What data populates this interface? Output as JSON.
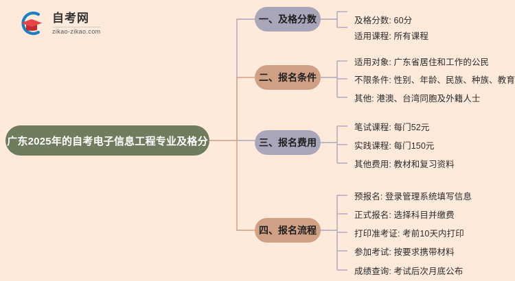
{
  "logo": {
    "name": "zikao-logo",
    "title": "自考网",
    "subtitle": "zikao-zikao.com",
    "mark_icon": "graduation-cap-in-c-arc-icon",
    "arc_color": "#1f7fc4",
    "cap_color": "#e03a3a",
    "cap_shadow_color": "#b52828"
  },
  "colors": {
    "background": "#fdeadb",
    "root_node": "#6f7c5e",
    "root_text": "#ffffff",
    "branch_lavender": "#a9a6ba",
    "branch_tan": "#cfa083",
    "connector_lavender": "#a9a6ba",
    "connector_tan": "#cfa083",
    "leaf_connector": "#a9a6ba",
    "leaf_text": "#2b2b2b"
  },
  "root": {
    "label": "广东2025年的自考电子信息工程专业及格分"
  },
  "branches": [
    {
      "id": "branch-1",
      "label": "一、及格分数",
      "color_name": "lavender",
      "leaves": [
        {
          "text": "及格分数: 60分"
        },
        {
          "text": "适用课程: 所有课程"
        }
      ]
    },
    {
      "id": "branch-2",
      "label": "二、报名条件",
      "color_name": "tan",
      "leaves": [
        {
          "text": "适用对象: 广东省居住和工作的公民"
        },
        {
          "text": "不限条件: 性别、年龄、民族、种族、教育程度"
        },
        {
          "text": "其他: 港澳、台湾同胞及外籍人士"
        }
      ]
    },
    {
      "id": "branch-3",
      "label": "三、报名费用",
      "color_name": "lavender",
      "leaves": [
        {
          "text": "笔试课程: 每门52元"
        },
        {
          "text": "实践课程: 每门150元"
        },
        {
          "text": "其他费用: 教材和复习资料"
        }
      ]
    },
    {
      "id": "branch-4",
      "label": "四、报名流程",
      "color_name": "tan",
      "leaves": [
        {
          "text": "预报名: 登录管理系统填写信息"
        },
        {
          "text": "正式报名: 选择科目并缴费"
        },
        {
          "text": "打印准考证: 考前10天内打印"
        },
        {
          "text": "参加考试: 按要求携带材料"
        },
        {
          "text": "成绩查询: 考试后次月底公布"
        }
      ]
    }
  ]
}
